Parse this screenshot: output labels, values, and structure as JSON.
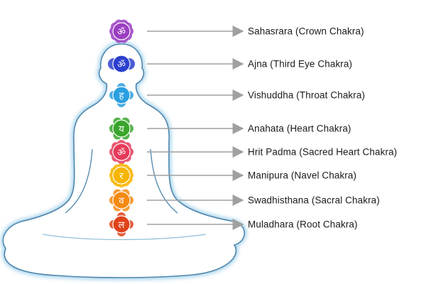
{
  "chakras": [
    {
      "label": "Sahasrara (Crown Chakra)",
      "color": "#9b3fc2",
      "glyph": "ॐ"
    },
    {
      "label": "Ajna (Third Eye Chakra)",
      "color": "#2b3fcf",
      "glyph": "ॐ"
    },
    {
      "label": "Vishuddha (Throat Chakra)",
      "color": "#2b9fe0",
      "glyph": "ह"
    },
    {
      "label": "Anahata (Heart Chakra)",
      "color": "#3aa52c",
      "glyph": "य"
    },
    {
      "label": "Hrit Padma (Sacred Heart Chakra)",
      "color": "#e53b5a",
      "glyph": "ॐ"
    },
    {
      "label": "Manipura (Navel Chakra)",
      "color": "#f7b500",
      "glyph": "र"
    },
    {
      "label": "Swadhisthana (Sacral Chakra)",
      "color": "#f58a12",
      "glyph": "व"
    },
    {
      "label": "Muladhara (Root Chakra)",
      "color": "#e0421a",
      "glyph": "ल"
    }
  ],
  "outline_color": "#4f86ad",
  "arrow_color": "#a0a0a0"
}
